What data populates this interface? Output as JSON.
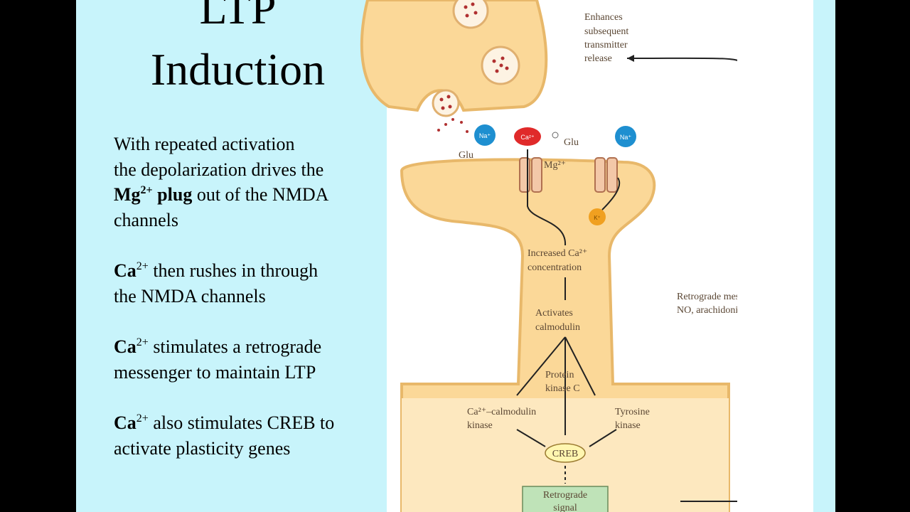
{
  "slide": {
    "title_line1": "LTP",
    "title_line2": "Induction",
    "bullets": [
      {
        "line1": "With repeated activation",
        "line2": "the depolarization drives the",
        "bold": "Mg",
        "sup": "2+",
        "bold_tail": " plug",
        "rest": " out of the NMDA",
        "line4": "channels"
      },
      {
        "bold": "Ca",
        "sup": "2+",
        "rest": " then rushes in through",
        "line2": "the NMDA channels"
      },
      {
        "bold": "Ca",
        "sup": "2+",
        "rest": " stimulates a retrograde",
        "line2": "messenger to maintain LTP"
      },
      {
        "bold": "Ca",
        "sup": "2+",
        "rest": " also  stimulates CREB to",
        "line2": "activate plasticity genes"
      }
    ]
  },
  "figure": {
    "enhances": [
      "Enhances",
      "subsequent",
      "transmitter",
      "release"
    ],
    "ions": {
      "na": "Na⁺",
      "ca": "Ca²⁺",
      "k": "K⁺"
    },
    "glu_top": "Glu",
    "glu_left": "Glu",
    "mg": "Mg²⁺",
    "increased": [
      "Increased Ca²⁺",
      "concentration"
    ],
    "activates": [
      "Activates",
      "calmodulin"
    ],
    "pkc": [
      "Protein",
      "kinase C"
    ],
    "camk": [
      "Ca²⁺–calmodulin",
      "kinase"
    ],
    "tyrosine": [
      "Tyrosine",
      "kinase"
    ],
    "creb": "CREB",
    "retro_signal": [
      "Retrograde",
      "signal"
    ],
    "retro_msg": [
      "Retrograde messengers:",
      "NO, arachidonic acid"
    ],
    "colors": {
      "cell": "#fbd898",
      "membrane": "#e8b86a",
      "na": "#1e8fd0",
      "ca": "#e02a2a",
      "k": "#f0a020",
      "signal_box": "#bfe3b8"
    }
  }
}
